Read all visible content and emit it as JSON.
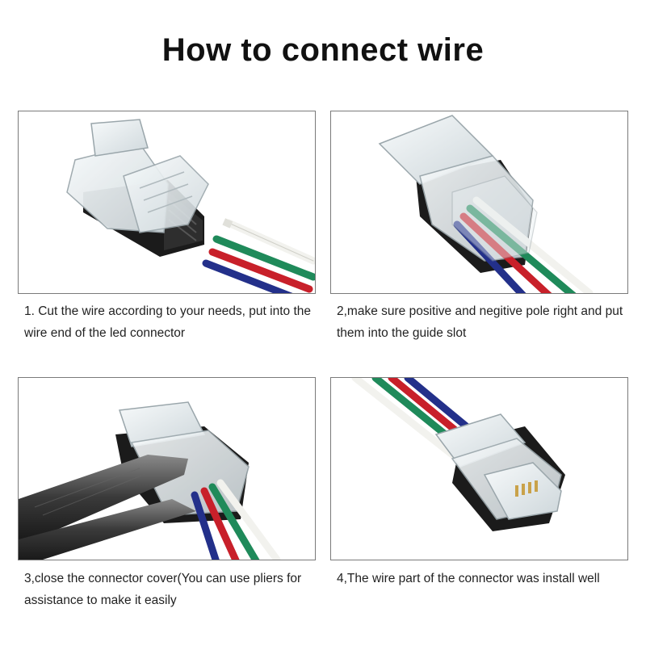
{
  "title": "How to connect wire",
  "steps": [
    {
      "caption": "1. Cut the wire according to your needs, put into the wire end of the led connector"
    },
    {
      "caption": "2,make sure positive and negitive pole right and put them into the guide slot"
    },
    {
      "caption": "3,close the connector cover(You can use pliers for assistance to make it easily"
    },
    {
      "caption": "4,The wire part of the connector was install well"
    }
  ],
  "colors": {
    "wire_white": "#f2f2ee",
    "wire_green": "#1f8a5a",
    "wire_red": "#c8202a",
    "wire_blue": "#23308a",
    "connector_body": "#1b1b1b",
    "clear_plastic": "#e6ecef",
    "panel_border": "#7a7a7a"
  }
}
